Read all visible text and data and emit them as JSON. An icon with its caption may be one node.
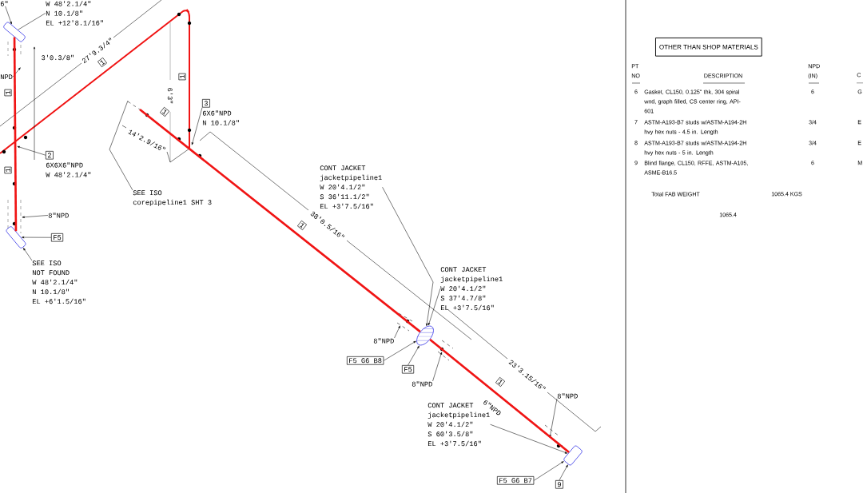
{
  "diagram": {
    "nodes": [
      {
        "text": [
          "6\""
        ]
      },
      {
        "text": [
          "W 48'2.1/4\"",
          "N 10.1/8\"",
          "EL +12'8.1/16\""
        ]
      },
      {
        "text": [],
        "shape": "flange"
      },
      {
        "text": [
          "NPD"
        ]
      },
      {
        "text": [
          "2",
          "6X6X6\"NPD",
          "W 48'2.1/4\""
        ]
      },
      {
        "text": [
          "3",
          "6X6\"NPD",
          "N 10.1/8\""
        ]
      },
      {
        "text": [
          "SEE ISO",
          "corepipeline1 SHT 3"
        ]
      },
      {
        "text": [
          "8\"NPD"
        ]
      },
      {
        "text": [],
        "shape": "flange"
      },
      {
        "text": [
          "F5"
        ]
      },
      {
        "text": [
          "SEE ISO",
          "NOT FOUND",
          "W 48'2.1/4\"",
          "N 10.1/8\"",
          "EL +6'1.5/16\""
        ]
      },
      {
        "text": [
          "CONT JACKET",
          "jacketpipeline1",
          "W 20'4.1/2\"",
          "S 36'11.1/2\"",
          "EL +3'7.5/16\""
        ]
      },
      {
        "text": [],
        "shape": "flange"
      },
      {
        "text": [
          "CONT JACKET",
          "jacketpipeline1",
          "W 20'4.1/2\"",
          "S 37'4.7/8\"",
          "EL +3'7.5/16\""
        ]
      },
      {
        "text": [
          "8\"NPD"
        ]
      },
      {
        "text": [
          "F5 G6 B8"
        ]
      },
      {
        "text": [
          "F5"
        ]
      },
      {
        "text": [
          "8\"NPD"
        ]
      },
      {
        "text": [
          "CONT JACKET",
          "jacketpipeline1",
          "W 20'4.1/2\"",
          "S 60'3.5/8\"",
          "EL +3'7.5/16\""
        ]
      },
      {
        "text": [
          "8\"NPD"
        ]
      },
      {
        "text": [],
        "shape": "flange"
      },
      {
        "text": [
          "F5 G6 B7"
        ]
      },
      {
        "text": [
          "9"
        ]
      },
      {
        "text": [
          "OTHER THAN SHOP MATERIALS"
        ]
      }
    ],
    "edges": [
      {
        "from": 0,
        "to": 2,
        "arrow": "to"
      },
      {
        "from": 1,
        "to": 2,
        "arrow": "none"
      },
      {
        "from": 3,
        "to": null,
        "arrow": "to"
      },
      {
        "from": 4,
        "to": null,
        "arrow": "to"
      },
      {
        "from": 5,
        "to": null,
        "arrow": "to"
      },
      {
        "from": 6,
        "to": null,
        "arrow": "none"
      },
      {
        "from": 7,
        "to": null,
        "arrow": "to"
      },
      {
        "from": 9,
        "to": 8,
        "arrow": "to"
      },
      {
        "from": 10,
        "to": 8,
        "arrow": "to"
      },
      {
        "from": 11,
        "to": 12,
        "arrow": "to"
      },
      {
        "from": 13,
        "to": 12,
        "arrow": "to"
      },
      {
        "from": 14,
        "to": null,
        "arrow": "to"
      },
      {
        "from": 15,
        "to": 12,
        "arrow": "to"
      },
      {
        "from": 16,
        "to": 12,
        "arrow": "to"
      },
      {
        "from": 17,
        "to": null,
        "arrow": "to"
      },
      {
        "from": 18,
        "to": 20,
        "arrow": "to"
      },
      {
        "from": 19,
        "to": null,
        "arrow": "to"
      },
      {
        "from": 21,
        "to": 20,
        "arrow": "to"
      },
      {
        "from": 22,
        "to": 20,
        "arrow": "to"
      },
      {
        "from": 2,
        "to": 8,
        "arrow": "none",
        "style": "thick",
        "color": "#f01414"
      },
      {
        "from": null,
        "to": 12,
        "arrow": "none",
        "style": "thick",
        "color": "#f01414"
      },
      {
        "from": 12,
        "to": 20,
        "arrow": "none",
        "style": "thick",
        "color": "#f01414"
      }
    ],
    "labels": [
      "27'9.3/4\"",
      "1",
      "3'0.3/8\"",
      "1",
      "6'3\"",
      "1",
      "1",
      "14'2.9/16\"",
      "1",
      "38'0.5/16\"",
      "1",
      "23'3.15/16\"",
      "1",
      "6\"NPD",
      "PT NO",
      "DESCRIPTION",
      "NPD (IN)",
      "C",
      "6",
      "Gasket, CL150, 0.125\" thk, 304 spiral wnd, graph filled, CS center ring, API-601",
      "6",
      "G",
      "7",
      "ASTM-A193-B7 studs w/ASTM-A194-2H hvy hex nuts - 4.5 in. Length",
      "3/4",
      "E",
      "8",
      "ASTM-A193-B7 studs w/ASTM-A194-2H hvy hex nuts - 5 in. Length",
      "3/4",
      "E",
      "9",
      "Blind flange, CL150, RFFE, ASTM-A105, ASME-B16.5",
      "6",
      "M",
      "Total FAB WEIGHT",
      "1065.4 KGS",
      "1065.4"
    ]
  }
}
